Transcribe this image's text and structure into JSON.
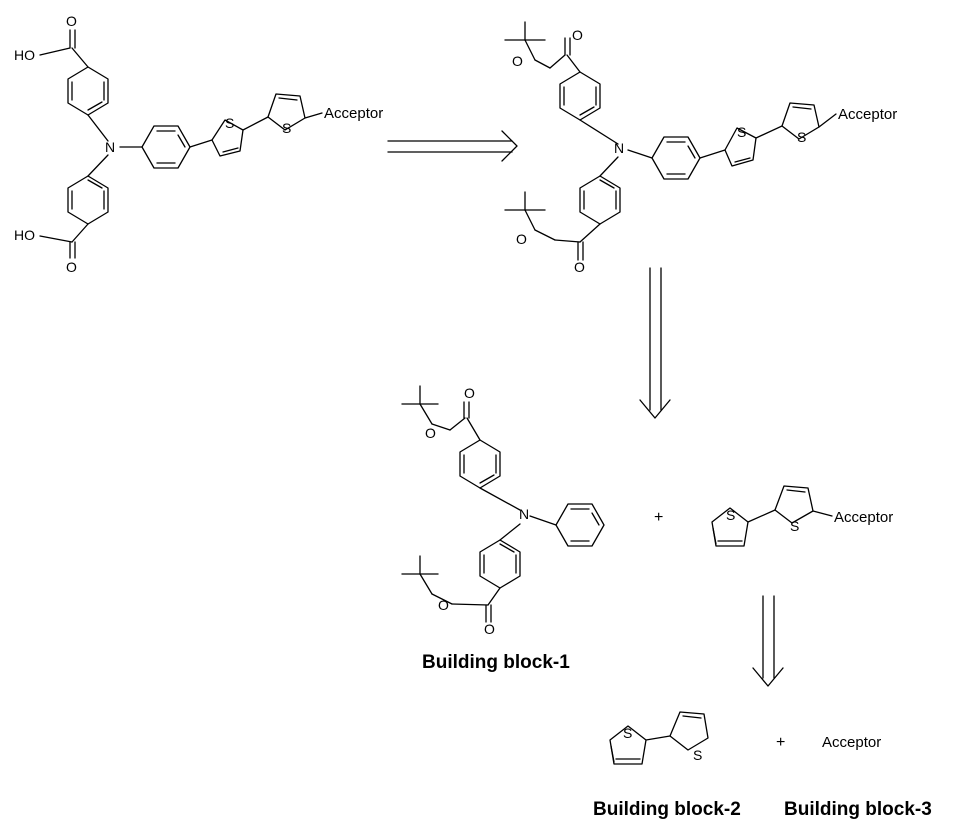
{
  "atoms": {
    "hydroxyl": "HO",
    "oxygen": "O",
    "nitrogen": "N",
    "sulfur": "S"
  },
  "acceptor_label": "Acceptor",
  "plus_sign": "+",
  "captions": {
    "building_block_1": "Building block-1",
    "building_block_2": "Building block-2",
    "building_block_3": "Building block-3"
  }
}
